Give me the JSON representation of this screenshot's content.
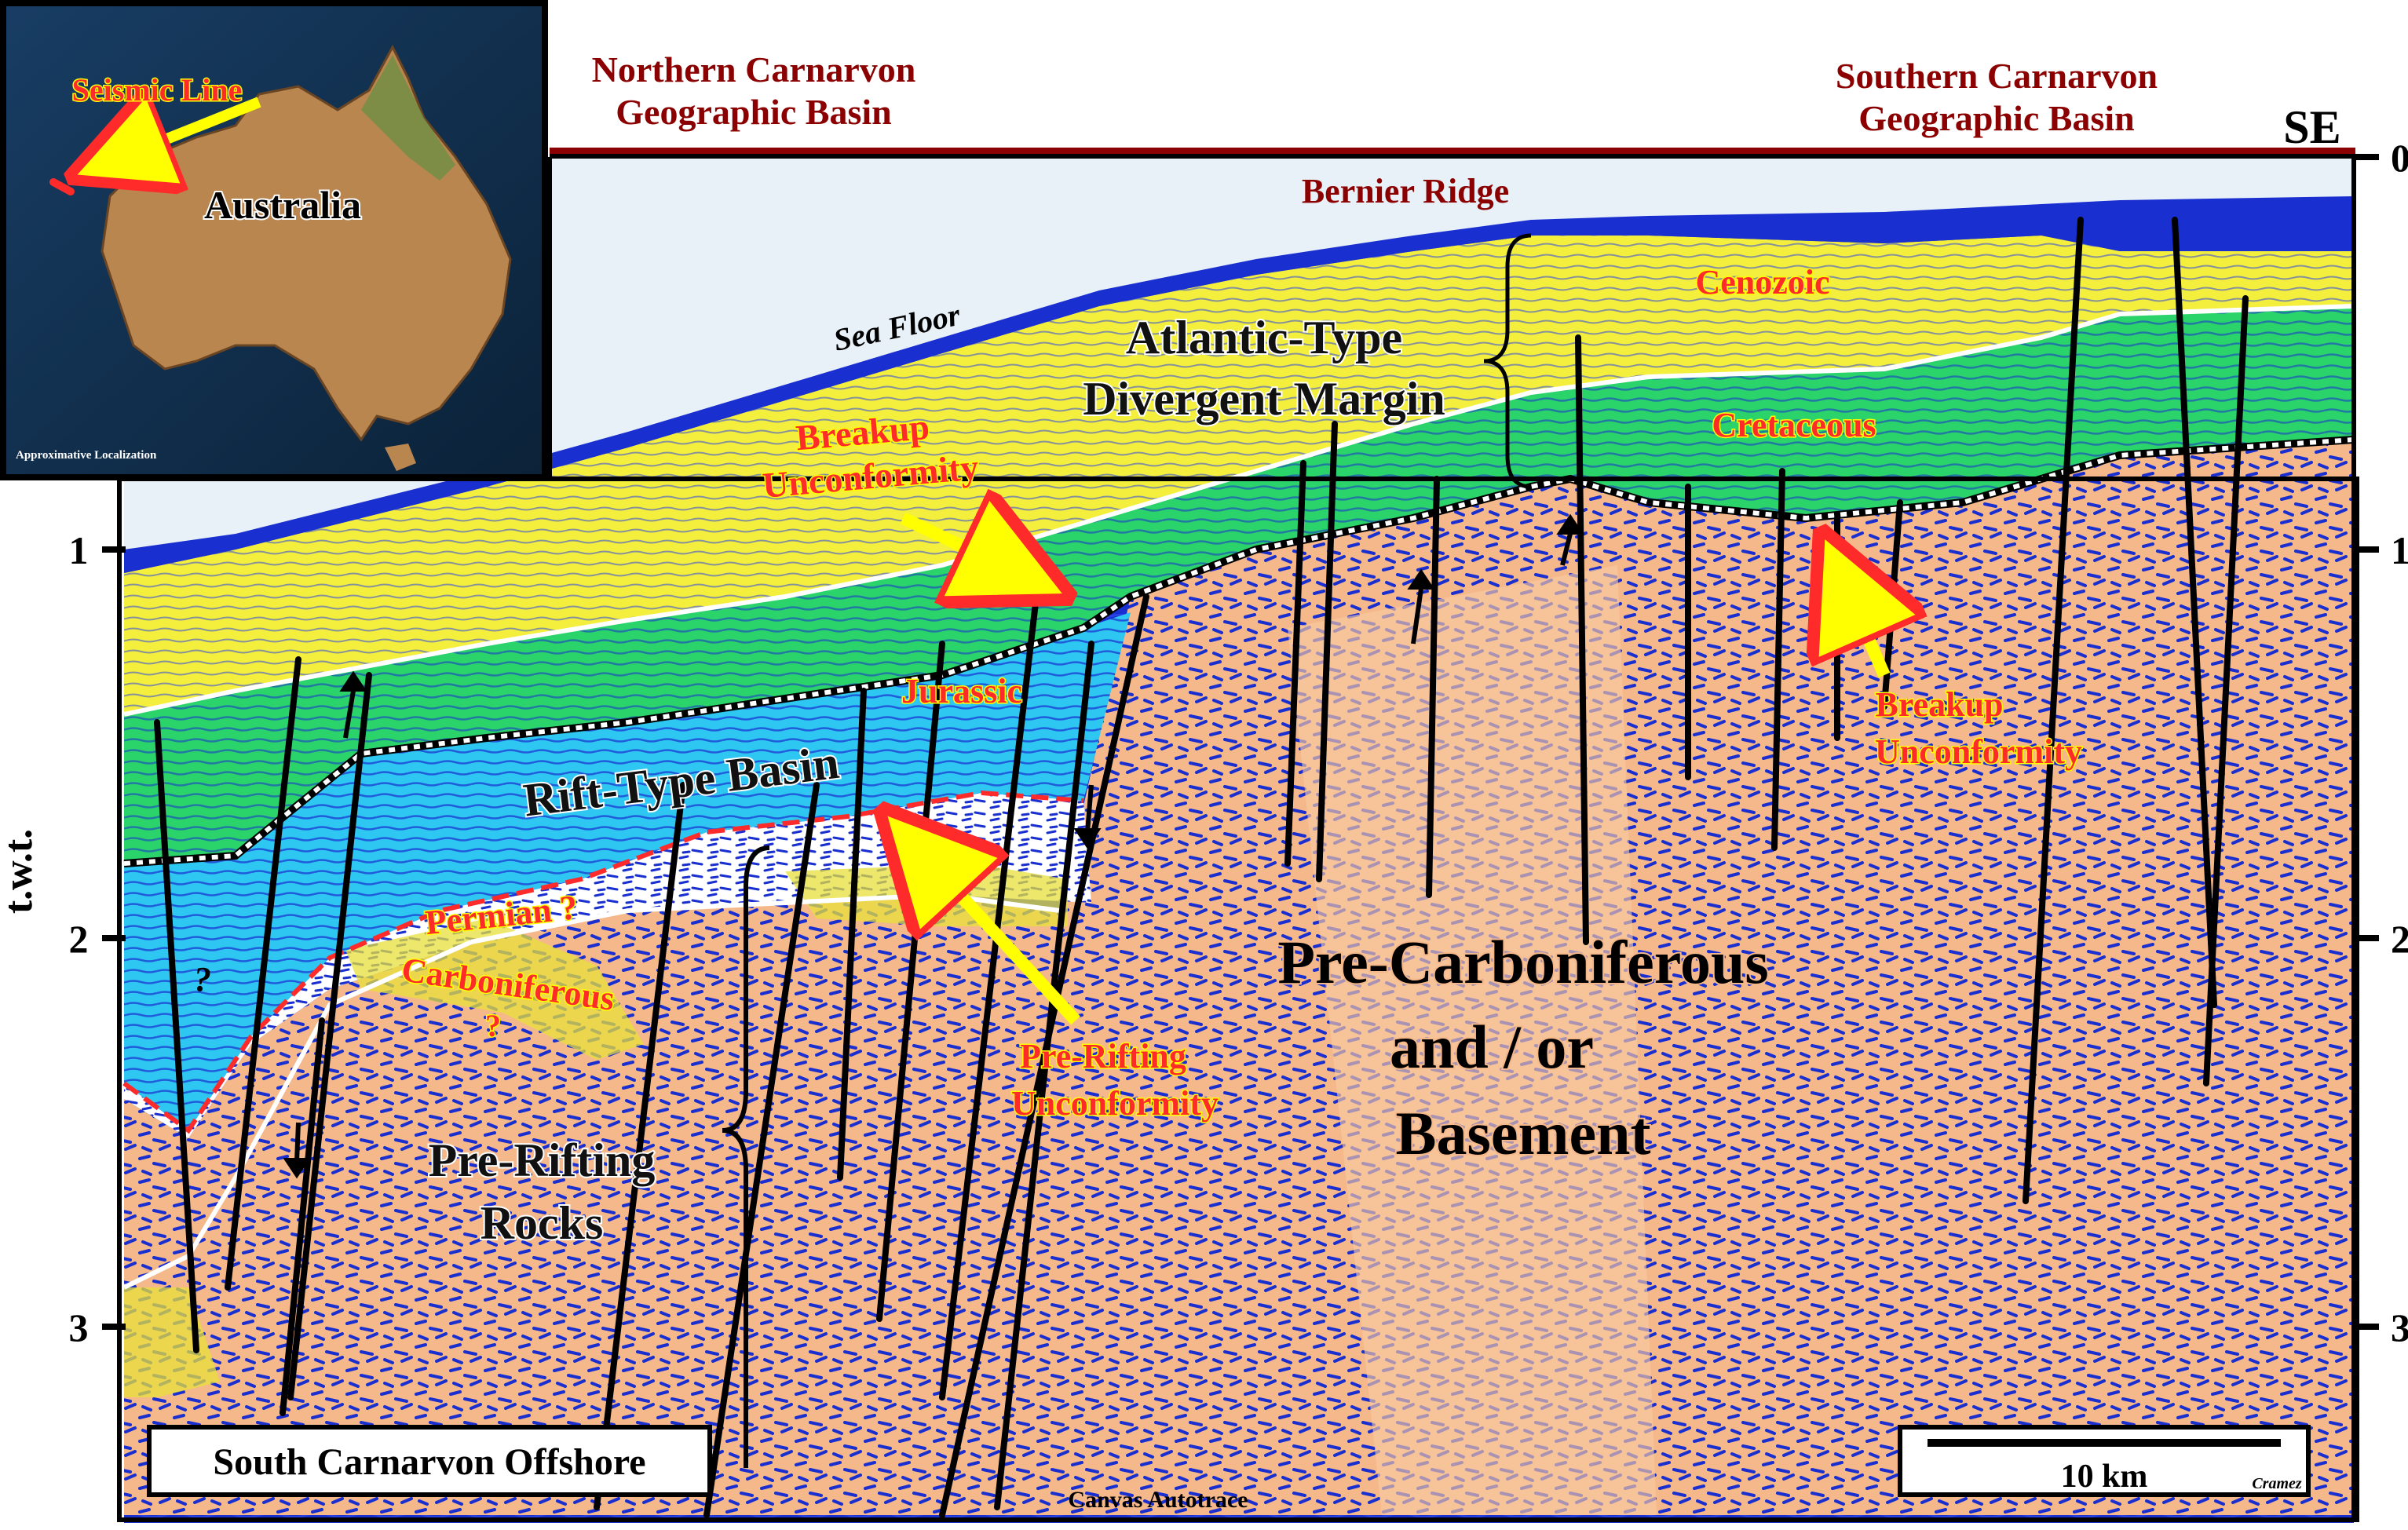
{
  "header": {
    "north_basin": [
      "Northern Carnarvon",
      "Geographic Basin"
    ],
    "south_basin": [
      "Southern Carnarvon",
      "Geographic Basin"
    ],
    "orientation": "SE"
  },
  "inset_map": {
    "seismic_line": "Seismic Line",
    "country": "Australia",
    "localization_note": "Approximative Localization"
  },
  "axis": {
    "label": "t.w.t.",
    "ticks": [
      "0",
      "1",
      "2",
      "3"
    ]
  },
  "labels": {
    "bernier_ridge": "Bernier Ridge",
    "sea_floor": "Sea Floor",
    "atlantic_margin": [
      "Atlantic-Type",
      "Divergent Margin"
    ],
    "cenozoic": "Cenozoic",
    "cretaceous": "Cretaceous",
    "breakup_left": [
      "Breakup",
      "Unconformity"
    ],
    "breakup_right": [
      "Breakup",
      "Unconformity"
    ],
    "jurassic": "Jurassic",
    "rift_basin": "Rift-Type Basin",
    "permian": "Permian ?",
    "carboniferous": "Carboniferous",
    "carboniferous_q": "?",
    "question_mark": "?",
    "pre_rifting_unconformity": [
      "Pre-Rifting",
      "Unconformity"
    ],
    "pre_carboniferous": [
      "Pre-Carboniferous",
      "and / or",
      "Basement"
    ],
    "pre_rifting_rocks": [
      "Pre-Rifting",
      "Rocks"
    ],
    "canvas": "Canvas Autotrace"
  },
  "footer": {
    "location_box": "South Carnarvon Offshore",
    "scale_bar": "10 km",
    "author": "Cramez"
  },
  "colors": {
    "basement": "#f5b88a",
    "seismic_blue": "#1a2fd0",
    "cretaceous_green": "#2bd36b",
    "cenozoic_yellow": "#f4ee3c",
    "jurassic_cyan": "#2ec7f2",
    "unconformity_red": "#ff2a2a",
    "header_maroon": "#8b0000"
  }
}
